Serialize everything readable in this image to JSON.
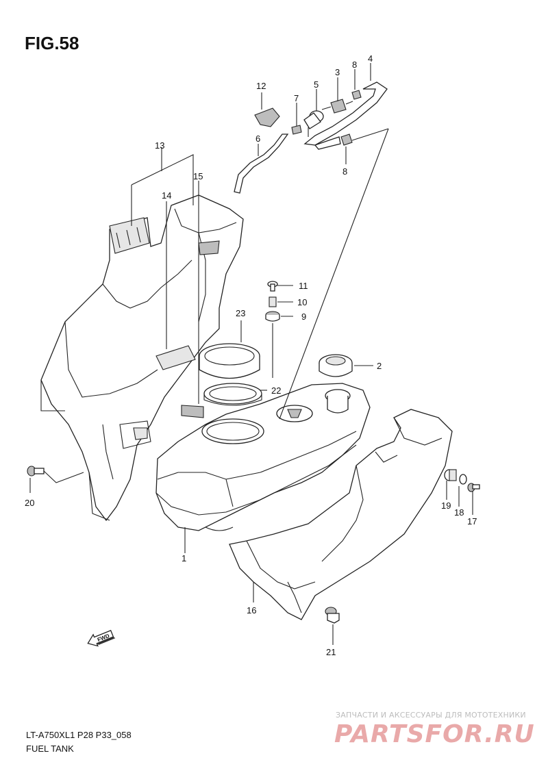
{
  "figure": {
    "title": "FIG.58",
    "model_code": "LT-A750XL1 P28 P33_058",
    "caption": "FUEL TANK"
  },
  "callouts": [
    {
      "id": "c1",
      "label": "1"
    },
    {
      "id": "c2",
      "label": "2"
    },
    {
      "id": "c3",
      "label": "3"
    },
    {
      "id": "c4",
      "label": "4"
    },
    {
      "id": "c5",
      "label": "5"
    },
    {
      "id": "c6",
      "label": "6"
    },
    {
      "id": "c7",
      "label": "7"
    },
    {
      "id": "c8a",
      "label": "8"
    },
    {
      "id": "c8b",
      "label": "8"
    },
    {
      "id": "c9",
      "label": "9"
    },
    {
      "id": "c10",
      "label": "10"
    },
    {
      "id": "c11",
      "label": "11"
    },
    {
      "id": "c12",
      "label": "12"
    },
    {
      "id": "c13",
      "label": "13"
    },
    {
      "id": "c14",
      "label": "14"
    },
    {
      "id": "c15",
      "label": "15"
    },
    {
      "id": "c16",
      "label": "16"
    },
    {
      "id": "c17",
      "label": "17"
    },
    {
      "id": "c18",
      "label": "18"
    },
    {
      "id": "c19",
      "label": "19"
    },
    {
      "id": "c20",
      "label": "20"
    },
    {
      "id": "c21",
      "label": "21"
    },
    {
      "id": "c22",
      "label": "22"
    },
    {
      "id": "c23",
      "label": "23"
    }
  ],
  "direction_marker": {
    "label": "FWD",
    "icon": "forward-arrow-icon"
  },
  "watermark": {
    "tagline": "ЗАПЧАСТИ И АКСЕССУАРЫ ДЛЯ МОТОТЕХНИКИ",
    "logo_text": "PARTSFOR.RU",
    "color": "#e9a9a9"
  }
}
